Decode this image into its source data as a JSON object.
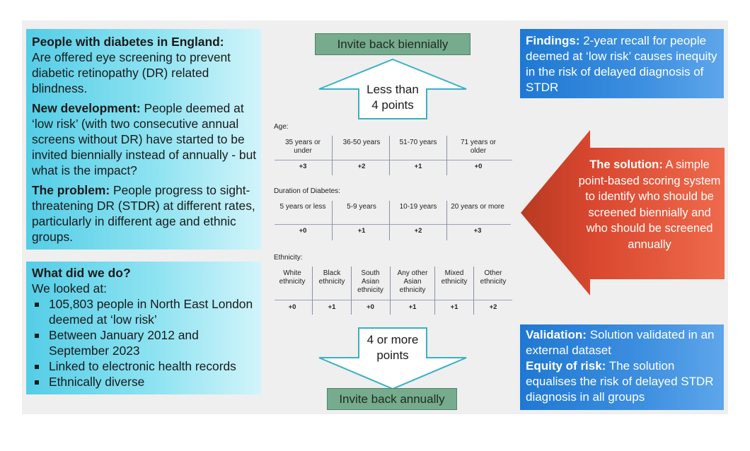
{
  "left_top": {
    "p1_heading": "People with diabetes in England:",
    "p1_text": "Are offered eye screening to prevent diabetic retinopathy (DR) related blindness.",
    "p2_heading": "New development:",
    "p2_text": " People deemed at ‘low risk’ (with two consecutive annual screens without DR) have started to be invited biennially instead of annually - but what is the impact?",
    "p3_heading": "The problem:",
    "p3_text": " People progress to sight-threatening DR (STDR) at different rates, particularly in different age and ethnic groups."
  },
  "left_bottom": {
    "heading": "What did we do?",
    "intro": "We looked at:",
    "bullets": [
      "105,803 people in North East London deemed at ‘low risk’",
      "Between January 2012 and September 2023",
      "Linked to electronic health records",
      "Ethnically diverse"
    ]
  },
  "center": {
    "top_button": "Invite back biennially",
    "up_arrow_label": "Less than\n4 points",
    "down_arrow_label": "4 or more\npoints",
    "bottom_button": "Invite back annually",
    "age": {
      "title": "Age:",
      "cols": [
        "35 years or under",
        "36-50 years",
        "51-70 years",
        "71 years or older"
      ],
      "scores": [
        "+3",
        "+2",
        "+1",
        "+0"
      ]
    },
    "duration": {
      "title": "Duration of Diabetes:",
      "cols": [
        "5 years or less",
        "5-9 years",
        "10-19 years",
        "20 years or more"
      ],
      "scores": [
        "+0",
        "+1",
        "+2",
        "+3"
      ]
    },
    "ethnicity": {
      "title": "Ethnicity:",
      "cols": [
        "White ethnicity",
        "Black ethnicity",
        "South Asian ethnicity",
        "Any other Asian ethnicity",
        "Mixed ethnicity",
        "Other ethnicity"
      ],
      "scores": [
        "+0",
        "+1",
        "+0",
        "+1",
        "+1",
        "+2"
      ]
    }
  },
  "right": {
    "findings_heading": "Findings:",
    "findings_text": " 2-year recall for people deemed at ‘low risk’ causes inequity in the risk of delayed diagnosis of STDR",
    "solution_heading": "The solution:",
    "solution_text": " A simple point-based scoring system to identify who should be screened biennially and who should be screened annually",
    "validation_heading": "Validation:",
    "validation_text": " Solution validated in an external dataset",
    "equity_heading": "Equity of risk:",
    "equity_text": " The solution equalises the risk of delayed STDR diagnosis in all groups"
  },
  "colors": {
    "cyan": "#54cde7",
    "blue": "#1f78d2",
    "green_button": "#76ab8d",
    "arrow_outline": "#3ab0c4",
    "solution_arrow": "#e0503a"
  }
}
